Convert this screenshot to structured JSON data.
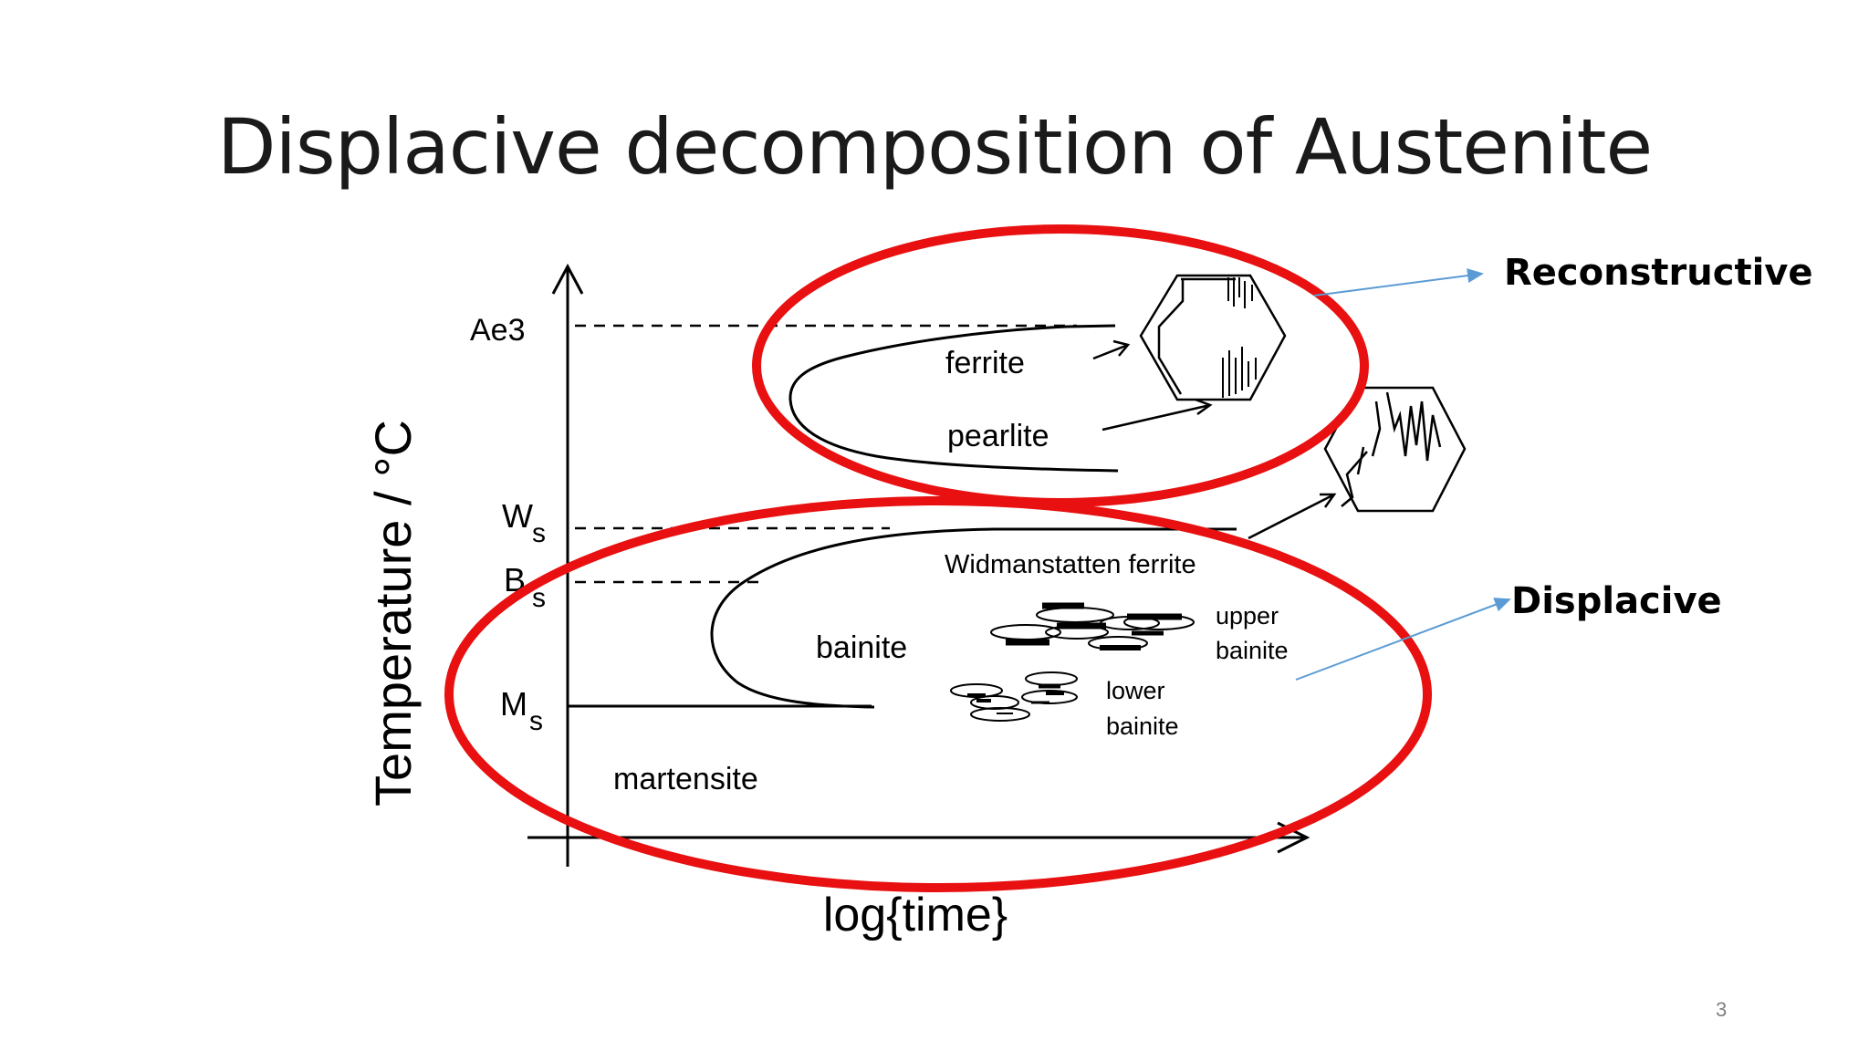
{
  "slide": {
    "title": "Displacive decomposition of Austenite",
    "page_number": "3"
  },
  "diagram": {
    "y_axis_label": "Temperature / °C",
    "x_axis_label": "log{time}",
    "levels": {
      "ae3": "Ae3",
      "ws_main": "W",
      "ws_sub": "s",
      "bs_main": "B",
      "bs_sub": "s",
      "ms_main": "M",
      "ms_sub": "s"
    },
    "regions": {
      "ferrite": "ferrite",
      "pearlite": "pearlite",
      "widmanstatten": "Widmanstatten ferrite",
      "bainite": "bainite",
      "upper_bainite_1": "upper",
      "upper_bainite_2": "bainite",
      "lower_bainite_1": "lower",
      "lower_bainite_2": "bainite",
      "martensite": "martensite"
    },
    "callouts": {
      "reconstructive": "Reconstructive",
      "displacive": "Displacive"
    },
    "colors": {
      "ellipse": "#e81010",
      "callout_arrow": "#5b9bd5",
      "line": "#000000"
    }
  }
}
